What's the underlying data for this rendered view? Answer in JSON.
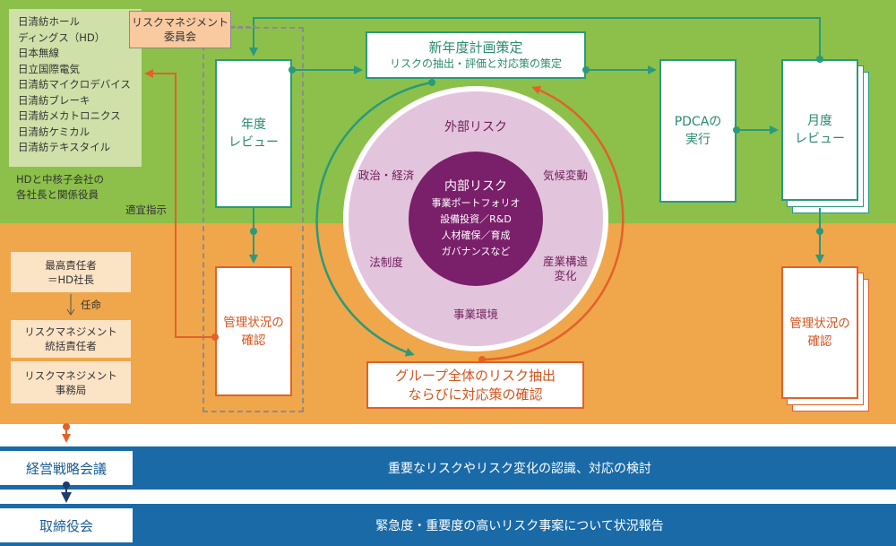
{
  "companies": [
    "日清紡ホール",
    "ディングス（HD）",
    "日本無線",
    "日立国際電気",
    "日清紡マイクロデバイス",
    "日清紡ブレーキ",
    "日清紡メカトロニクス",
    "日清紡ケミカル",
    "日清紡テキスタイル"
  ],
  "hd_presidents": [
    "HDと中核子会社の",
    "各社長と関係役員"
  ],
  "committee": [
    "リスクマネジメント",
    "委員会"
  ],
  "appropriate_instruction": "適宜指示",
  "annual_review": [
    "年度",
    "レビュー"
  ],
  "management_check_left": [
    "管理状況の",
    "確認"
  ],
  "new_plan": {
    "title": "新年度計画策定",
    "subtitle": "リスクの抽出・評価と対応策の策定"
  },
  "pdca": [
    "PDCAの",
    "実行"
  ],
  "monthly_review": [
    "月度",
    "レビュー"
  ],
  "management_check_right": [
    "管理状況の",
    "確認"
  ],
  "group_check": [
    "グループ全体のリスク抽出",
    "ならびに対応策の確認"
  ],
  "external_risk": "外部リスク",
  "politics_economy": "政治・経済",
  "climate_change": "気候変動",
  "legal_system": "法制度",
  "industry_change": [
    "産業構造",
    "変化"
  ],
  "business_env": "事業環境",
  "internal_risk": {
    "title": "内部リスク",
    "items": [
      "事業ポートフォリオ",
      "設備投資／R&D",
      "人材確保／育成",
      "ガバナンスなど"
    ]
  },
  "org": {
    "top_manager": [
      "最高責任者",
      "＝HD社長"
    ],
    "appoint": "任命",
    "rm_manager": [
      "リスクマネジメント",
      "統括責任者"
    ],
    "rm_office": [
      "リスクマネジメント",
      "事務局"
    ]
  },
  "mgmt_strategy": {
    "label": "経営戦略会議",
    "text": "重要なリスクやリスク変化の認識、対応の検討"
  },
  "board": {
    "label": "取締役会",
    "text": "緊急度・重要度の高いリスク事案について状況報告"
  },
  "colors": {
    "green": "#8cc04a",
    "orange": "#f0a64b",
    "blue": "#1a6aa8",
    "teal": "#2a9a7a",
    "accent_orange": "#e2612a",
    "purple": "#7a1f6a",
    "lilac": "#e3c4dd"
  }
}
